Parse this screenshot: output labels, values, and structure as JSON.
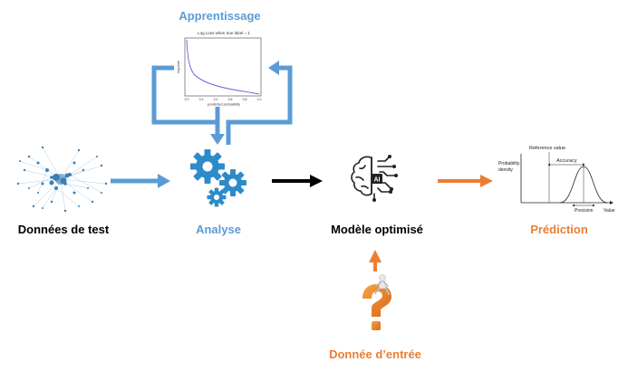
{
  "colors": {
    "blue": "#5B9BD5",
    "orange": "#ED7D31",
    "black": "#000000",
    "gear": "#2E8BC9",
    "network": "#3A7FB5"
  },
  "learning": {
    "title": "Apprentissage",
    "plot_title": "Log Loss when true label = 1",
    "plot_xlabel": "predicted probability",
    "plot_ylabel": "log loss",
    "plot_xticks": [
      "0.0",
      "0.2",
      "0.4",
      "0.6",
      "0.8",
      "1.0"
    ]
  },
  "nodes": {
    "test_data": "Données de test",
    "analysis": "Analyse",
    "model": "Modèle optimisé",
    "prediction": "Prédiction",
    "input": "Donnée d’entrée"
  },
  "brain": {
    "chip_label": "AI"
  },
  "distribution": {
    "reference": "Reference value",
    "ylabel_1": "Probability",
    "ylabel_2": "density",
    "accuracy": "Accuracy",
    "precision": "Precision",
    "xlabel": "Value"
  },
  "icons": {
    "network": "network-graph-icon",
    "gears": "gears-icon",
    "brain": "ai-brain-icon",
    "question": "question-person-icon",
    "distribution": "probability-distribution-icon"
  }
}
